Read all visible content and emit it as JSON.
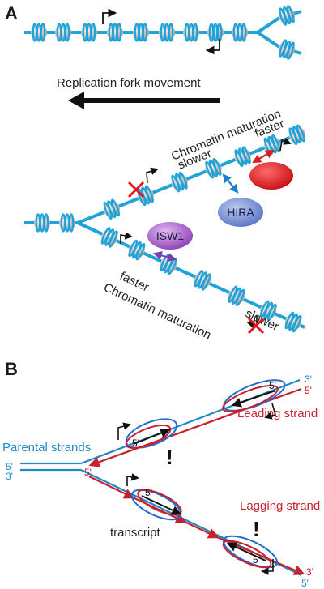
{
  "panel_a": {
    "label": "A",
    "fork_movement": "Replication fork movement",
    "upper_arm": {
      "maturation": "Chromatin maturation",
      "slower": "slower",
      "faster": "faster"
    },
    "lower_arm": {
      "faster": "faster",
      "maturation": "Chromatin maturation",
      "slower": "slower"
    },
    "proteins": {
      "hira": "HIRA",
      "isw1": "ISW1"
    },
    "colors": {
      "dna": "#1fa3d8",
      "nucleosome": "#cfcfcf",
      "red_protein": "#e3161b",
      "hira": "#6f88cf",
      "isw1": "#9a4fc0",
      "inhibit": "#e3161b"
    }
  },
  "panel_b": {
    "label": "B",
    "parental_strands": "Parental strands",
    "parental_5": "5'",
    "parental_3": "3'",
    "leading_3": "3'",
    "leading_5": "5'",
    "leading_strand": "Leading strand",
    "lagging_strand": "Lagging strand",
    "lagging_5": "5'",
    "lagging_end_3": "3'",
    "lagging_end_5": "5'",
    "bubble_5_top": "5'",
    "bubble_5_bottom_left": "5'",
    "bubble_5_bottom_right": "5'",
    "transcript": "transcript",
    "exclaim_top": "!",
    "exclaim_bottom": "!",
    "colors": {
      "parental": "#1f88c8",
      "nascent": "#c8202c",
      "bubble_blue": "#1f6fd0",
      "bubble_red": "#c8202c"
    }
  }
}
